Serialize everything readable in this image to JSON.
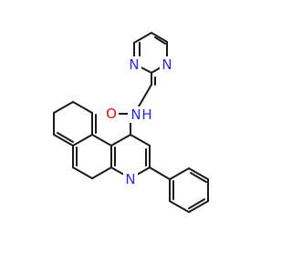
{
  "molecule": {
    "atoms": {
      "n_pyrimidine_top": "N",
      "n_pyrimidine_bottom": "N",
      "amide_n": "N",
      "amide_h": "H",
      "carbonyl_o": "O",
      "quinoline_n": "N"
    },
    "colors": {
      "bond": "#1a1a1a",
      "nitrogen": "#2b2bd9",
      "oxygen": "#e01010",
      "background": "#ffffff"
    }
  }
}
